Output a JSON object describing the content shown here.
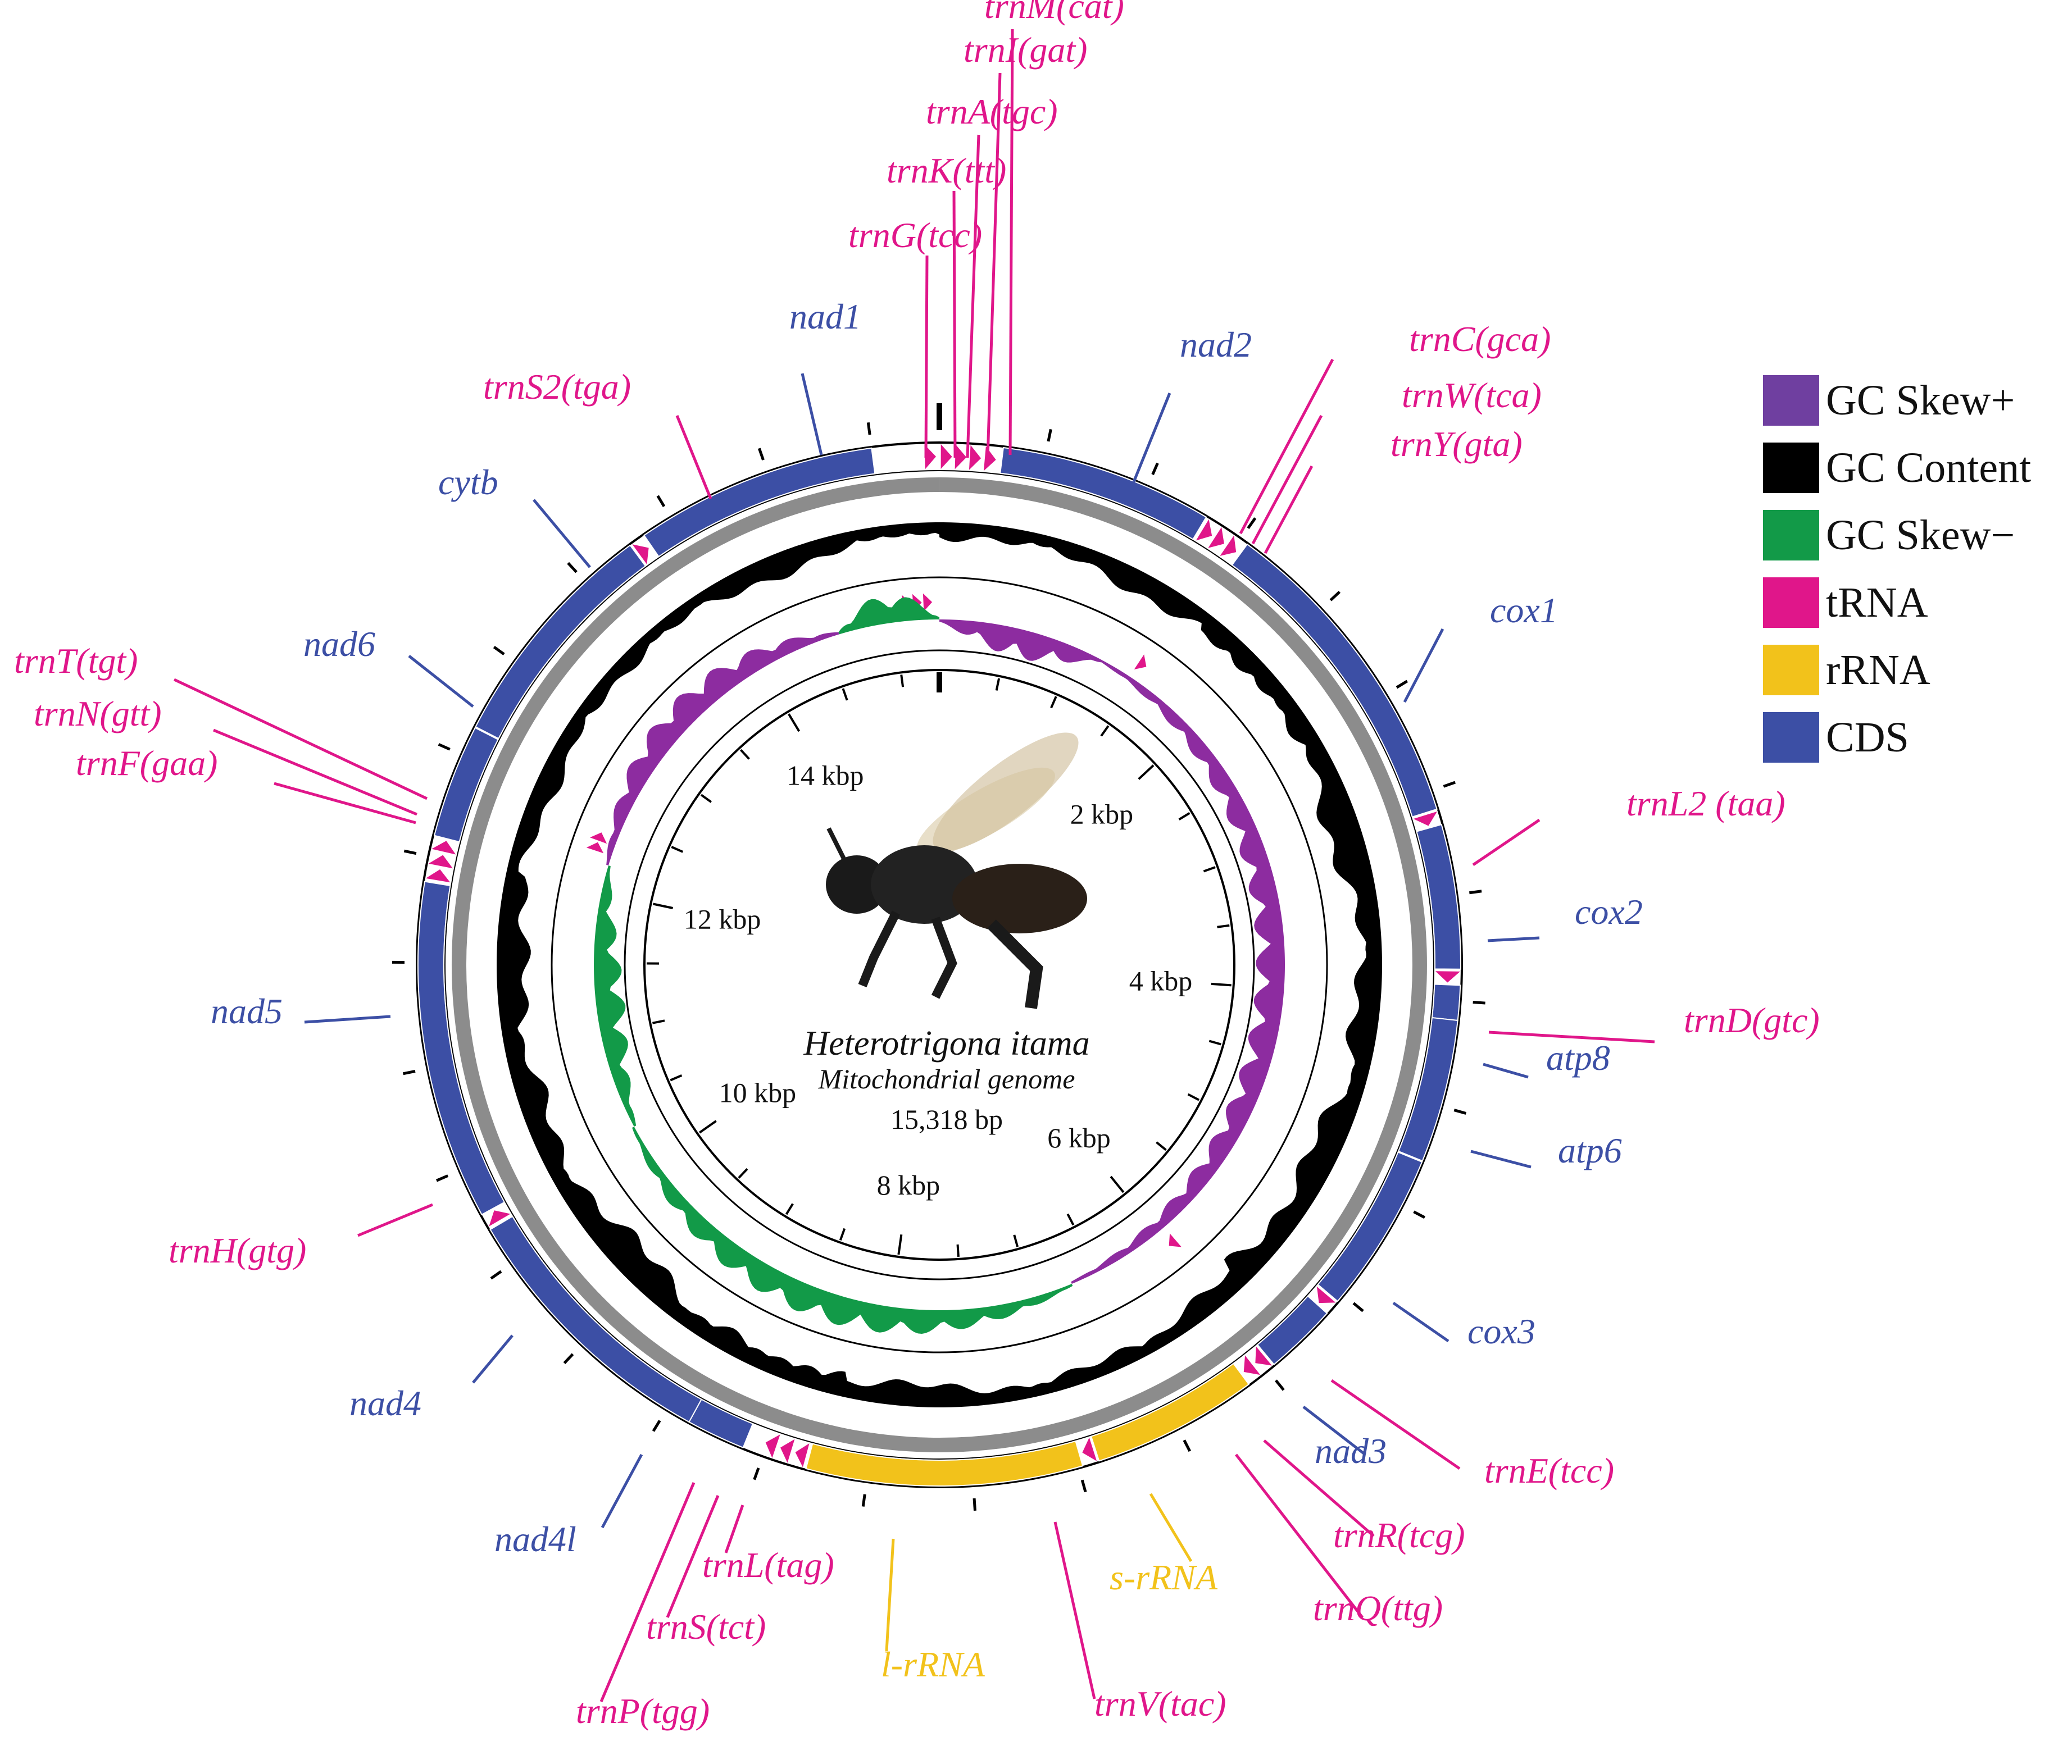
{
  "title": "Heterotrigona itama",
  "subtitle": "Mitochondrial genome",
  "genome_size_label": "15,318 bp",
  "genome_length": 15318,
  "colors": {
    "cds": "#3c4fa5",
    "trna": "#e0168a",
    "rrna": "#f2c21b",
    "gc_content": "#000000",
    "gc_skew_plus": "#8d2ca0",
    "gc_skew_minus": "#129a48",
    "backbone": "#8c8c8c"
  },
  "legend": [
    {
      "label": "GC Skew+",
      "color": "#6f3fa0"
    },
    {
      "label": "GC Content",
      "color": "#000000"
    },
    {
      "label": "GC Skew−",
      "color": "#129a48"
    },
    {
      "label": "tRNA",
      "color": "#e0168a"
    },
    {
      "label": "rRNA",
      "color": "#f2c21b"
    },
    {
      "label": "CDS",
      "color": "#3c4fa5"
    }
  ],
  "scale_labels": [
    {
      "text": "2 kbp",
      "pos": 2000
    },
    {
      "text": "4 kbp",
      "pos": 4000
    },
    {
      "text": "6 kbp",
      "pos": 6000
    },
    {
      "text": "8 kbp",
      "pos": 8000
    },
    {
      "text": "10 kbp",
      "pos": 10000
    },
    {
      "text": "12 kbp",
      "pos": 12000
    },
    {
      "text": "14 kbp",
      "pos": 14000
    }
  ],
  "genes": [
    {
      "label": "trnM(cat)",
      "type": "trna",
      "start": 0,
      "end": 68
    },
    {
      "label": "trnI(gat)",
      "type": "trna",
      "start": 70,
      "end": 136
    },
    {
      "label": "trnA(tgc)",
      "type": "trna",
      "start": 140,
      "end": 206
    },
    {
      "label": "trnK(ttt)",
      "type": "trna",
      "start": 210,
      "end": 280
    },
    {
      "label": "trnG(tcc)",
      "type": "trna",
      "start": 15240,
      "end": 15310
    },
    {
      "label": "nad2",
      "type": "cds",
      "start": 300,
      "end": 1310
    },
    {
      "label": "trnC(gca)",
      "type": "trna",
      "start": 1320,
      "end": 1385
    },
    {
      "label": "trnW(tca)",
      "type": "trna",
      "start": 1390,
      "end": 1455
    },
    {
      "label": "trnY(gta)",
      "type": "trna",
      "start": 1460,
      "end": 1525
    },
    {
      "label": "cox1",
      "type": "cds",
      "start": 1540,
      "end": 3090
    },
    {
      "label": "trnL2 (taa)",
      "type": "trna",
      "start": 3095,
      "end": 3160
    },
    {
      "label": "cox2",
      "type": "cds",
      "start": 3165,
      "end": 3850
    },
    {
      "label": "trnD(gtc)",
      "type": "trna",
      "start": 3855,
      "end": 3920
    },
    {
      "label": "atp8",
      "type": "cds",
      "start": 3925,
      "end": 4090
    },
    {
      "label": "atp6",
      "type": "cds",
      "start": 4090,
      "end": 4770
    },
    {
      "label": "cox3",
      "type": "cds",
      "start": 4775,
      "end": 5540
    },
    {
      "label": "trnE(tcc)",
      "type": "trna",
      "start": 5545,
      "end": 5610
    },
    {
      "label": "nad3",
      "type": "cds",
      "start": 5615,
      "end": 5960
    },
    {
      "label": "trnR(tcg)",
      "type": "trna",
      "start": 5965,
      "end": 6030
    },
    {
      "label": "trnQ(ttg)",
      "type": "trna",
      "start": 6035,
      "end": 6100
    },
    {
      "label": "s-rRNA",
      "type": "rrna",
      "start": 6110,
      "end": 6900
    },
    {
      "label": "trnV(tac)",
      "type": "trna",
      "start": 6905,
      "end": 6970
    },
    {
      "label": "l-rRNA",
      "type": "rrna",
      "start": 6980,
      "end": 8290
    },
    {
      "label": "trnL(tag)",
      "type": "trna",
      "start": 8300,
      "end": 8365
    },
    {
      "label": "trnS(tct)",
      "type": "trna",
      "start": 8375,
      "end": 8440
    },
    {
      "label": "trnP(tgg)",
      "type": "trna",
      "start": 8450,
      "end": 8515
    },
    {
      "label": "nad4l",
      "type": "cds",
      "start": 8600,
      "end": 8880
    },
    {
      "label": "nad4",
      "type": "cds",
      "start": 8880,
      "end": 10190
    },
    {
      "label": "trnH(gtg)",
      "type": "trna",
      "start": 10200,
      "end": 10265
    },
    {
      "label": "nad5",
      "type": "cds",
      "start": 10270,
      "end": 11880
    },
    {
      "label": "trnF(gaa)",
      "type": "trna",
      "start": 11890,
      "end": 11955
    },
    {
      "label": "trnN(gtt)",
      "type": "trna",
      "start": 11960,
      "end": 12025
    },
    {
      "label": "trnT(tgt)",
      "type": "trna",
      "start": 12030,
      "end": 12095
    },
    {
      "label": "nad6",
      "type": "cds",
      "start": 12100,
      "end": 12640
    },
    {
      "label": "cytb",
      "type": "cds",
      "start": 12645,
      "end": 13770
    },
    {
      "label": "trnS2(tga)",
      "type": "trna",
      "start": 13775,
      "end": 13840
    },
    {
      "label": "nad1",
      "type": "cds",
      "start": 13850,
      "end": 15000
    }
  ],
  "inner_trna_marks": [
    15100,
    15170,
    15240,
    1450,
    12300,
    12370,
    5960
  ]
}
